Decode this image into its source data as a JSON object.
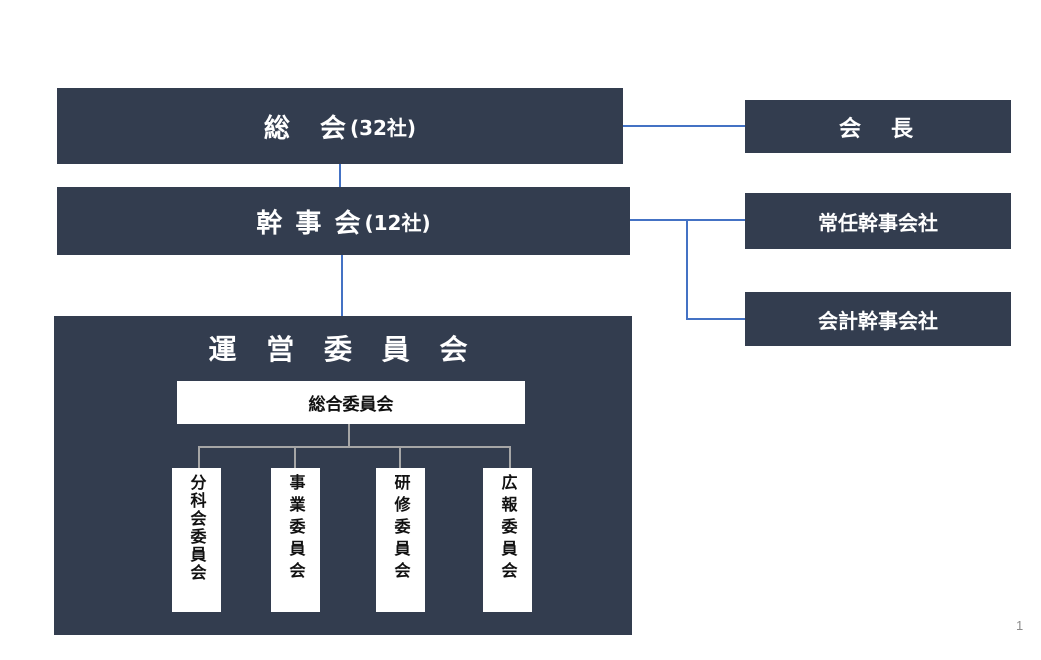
{
  "general_meeting": {
    "label": "総　会",
    "count": "(32社)"
  },
  "board": {
    "label": "幹 事 会",
    "count": "(12社)"
  },
  "chairman": {
    "label": "会　長"
  },
  "standing_secretary": {
    "label": "常任幹事会社"
  },
  "accounting_secretary": {
    "label": "会計幹事会社"
  },
  "steering_committee": {
    "title": "運 営 委 員 会",
    "general_committee": "総合委員会",
    "subcommittees": [
      "分科会委員会",
      "事業委員会",
      "研修委員会",
      "広報委員会"
    ]
  },
  "page_number": "1",
  "colors": {
    "box": "#333d4f",
    "connector": "#4472c4",
    "tree": "#a6a6a6"
  }
}
